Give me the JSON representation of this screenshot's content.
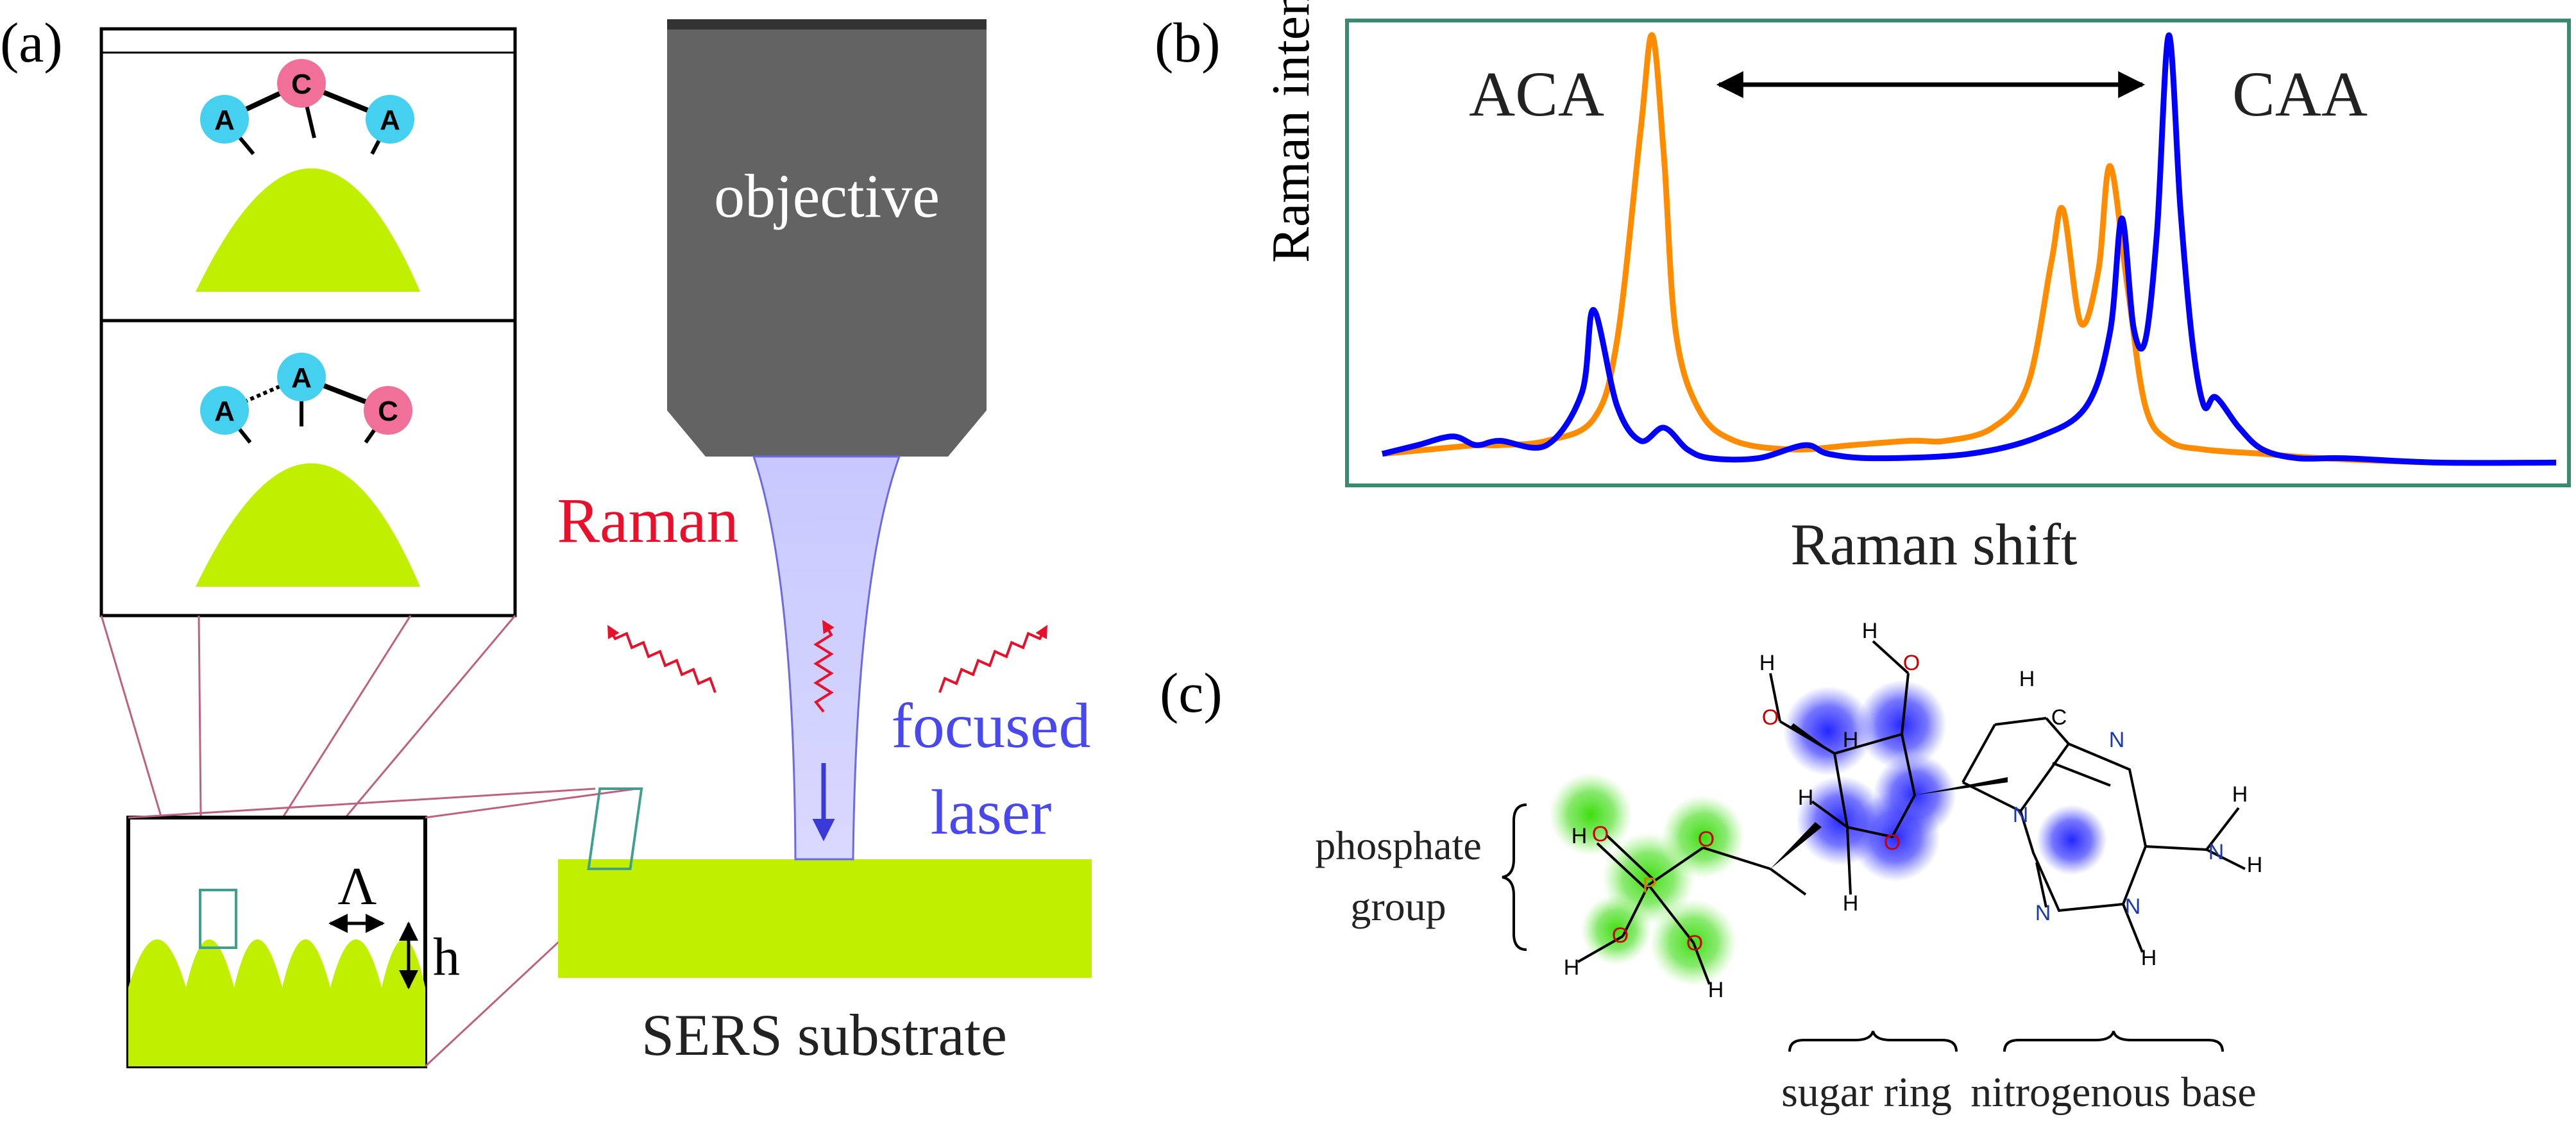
{
  "panel_labels": {
    "a": "(a)",
    "b": "(b)",
    "c": "(c)"
  },
  "setup": {
    "objective": "objective",
    "raman": "Raman",
    "laser_line1": "focused",
    "laser_line2": "laser",
    "substrate": "SERS substrate",
    "period_symbol": "Λ",
    "height_symbol": "h"
  },
  "molecules": {
    "top": [
      "A",
      "C",
      "A"
    ],
    "bottom": [
      "A",
      "A",
      "C"
    ]
  },
  "chart_data": {
    "type": "line",
    "title": "",
    "xlabel": "Raman shift",
    "ylabel": "Raman intensity",
    "x_ticks": false,
    "y_ticks": false,
    "annotations": [
      "ACA",
      "CAA"
    ],
    "series": [
      {
        "name": "ACA",
        "color": "#ff8c00",
        "x": [
          0,
          0.04,
          0.08,
          0.1,
          0.14,
          0.18,
          0.2,
          0.22,
          0.23,
          0.24,
          0.25,
          0.27,
          0.3,
          0.35,
          0.4,
          0.45,
          0.48,
          0.52,
          0.55,
          0.57,
          0.58,
          0.595,
          0.61,
          0.62,
          0.635,
          0.65,
          0.67,
          0.7,
          0.75,
          0.8,
          0.9,
          1
        ],
        "y": [
          0.04,
          0.05,
          0.06,
          0.06,
          0.07,
          0.12,
          0.3,
          0.78,
          1.0,
          0.72,
          0.32,
          0.14,
          0.07,
          0.05,
          0.06,
          0.07,
          0.07,
          0.1,
          0.2,
          0.48,
          0.6,
          0.34,
          0.46,
          0.7,
          0.42,
          0.15,
          0.07,
          0.05,
          0.04,
          0.03,
          0.02,
          0.02
        ]
      },
      {
        "name": "CAA",
        "color": "#0000ff",
        "x": [
          0,
          0.03,
          0.06,
          0.08,
          0.1,
          0.14,
          0.17,
          0.18,
          0.2,
          0.22,
          0.24,
          0.26,
          0.28,
          0.32,
          0.36,
          0.38,
          0.42,
          0.5,
          0.56,
          0.6,
          0.62,
          0.63,
          0.64,
          0.65,
          0.66,
          0.67,
          0.68,
          0.69,
          0.7,
          0.71,
          0.73,
          0.75,
          0.78,
          0.82,
          0.9,
          1
        ],
        "y": [
          0.04,
          0.06,
          0.08,
          0.06,
          0.07,
          0.06,
          0.18,
          0.37,
          0.15,
          0.07,
          0.1,
          0.05,
          0.03,
          0.03,
          0.06,
          0.04,
          0.03,
          0.04,
          0.08,
          0.15,
          0.32,
          0.58,
          0.33,
          0.3,
          0.55,
          1.0,
          0.6,
          0.3,
          0.15,
          0.17,
          0.1,
          0.05,
          0.03,
          0.03,
          0.02,
          0.02
        ]
      }
    ]
  },
  "structure": {
    "phosphate": "phosphate group",
    "sugar": "sugar ring",
    "base": "nitrogenous base",
    "atoms": [
      "H",
      "O",
      "P",
      "O",
      "O",
      "O",
      "H",
      "H",
      "O",
      "H",
      "O",
      "H",
      "H",
      "H",
      "H",
      "O",
      "N",
      "C",
      "H",
      "N",
      "N",
      "N",
      "H",
      "N",
      "H",
      "H"
    ]
  }
}
